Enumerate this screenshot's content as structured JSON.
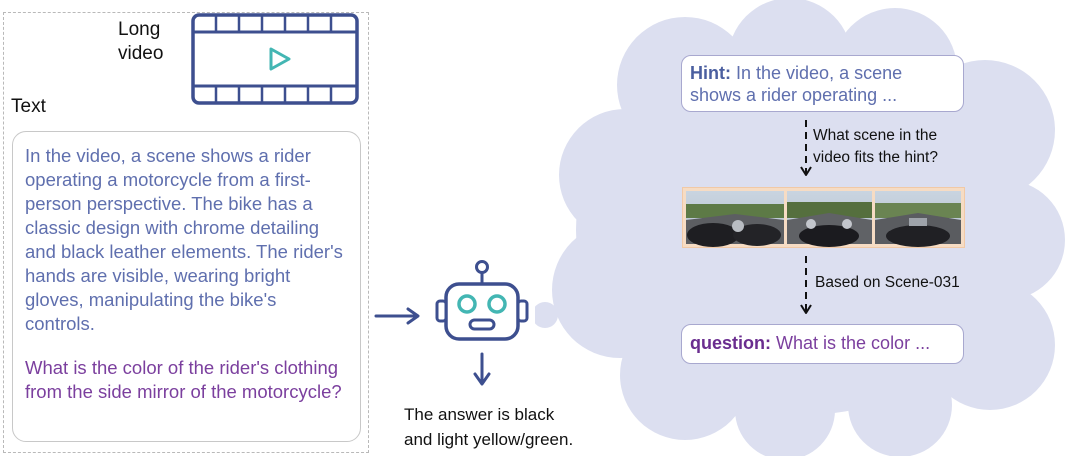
{
  "input": {
    "video_label": "Long\nvideo",
    "text_label": "Text",
    "description": "In the video, a scene shows a rider operating a motorcycle from a first-person perspective. The bike has a classic design with chrome detailing and black leather elements. The rider's hands are visible, wearing bright gloves, manipulating the bike's controls.",
    "question": "What is the color of the rider's clothing from the side mirror of the motorcycle?"
  },
  "agent": {
    "icon": "robot-icon",
    "answer": "The answer is black\nand light yellow/green."
  },
  "reasoning": {
    "hint_label": "Hint:",
    "hint_text": "In the video, a scene shows a rider operating ...",
    "step1": "What scene in the\nvideo fits the hint?",
    "step2": "Based on Scene-031",
    "question_label": "question:",
    "question_text": "What is the color ..."
  },
  "colors": {
    "description_text": "#5f6fae",
    "question_text": "#7b3f9e",
    "icon_blue": "#3d4f8f",
    "cloud_fill": "#dcdff0",
    "film_play": "#43b6b3",
    "frame_border": "#f6dcc4"
  }
}
